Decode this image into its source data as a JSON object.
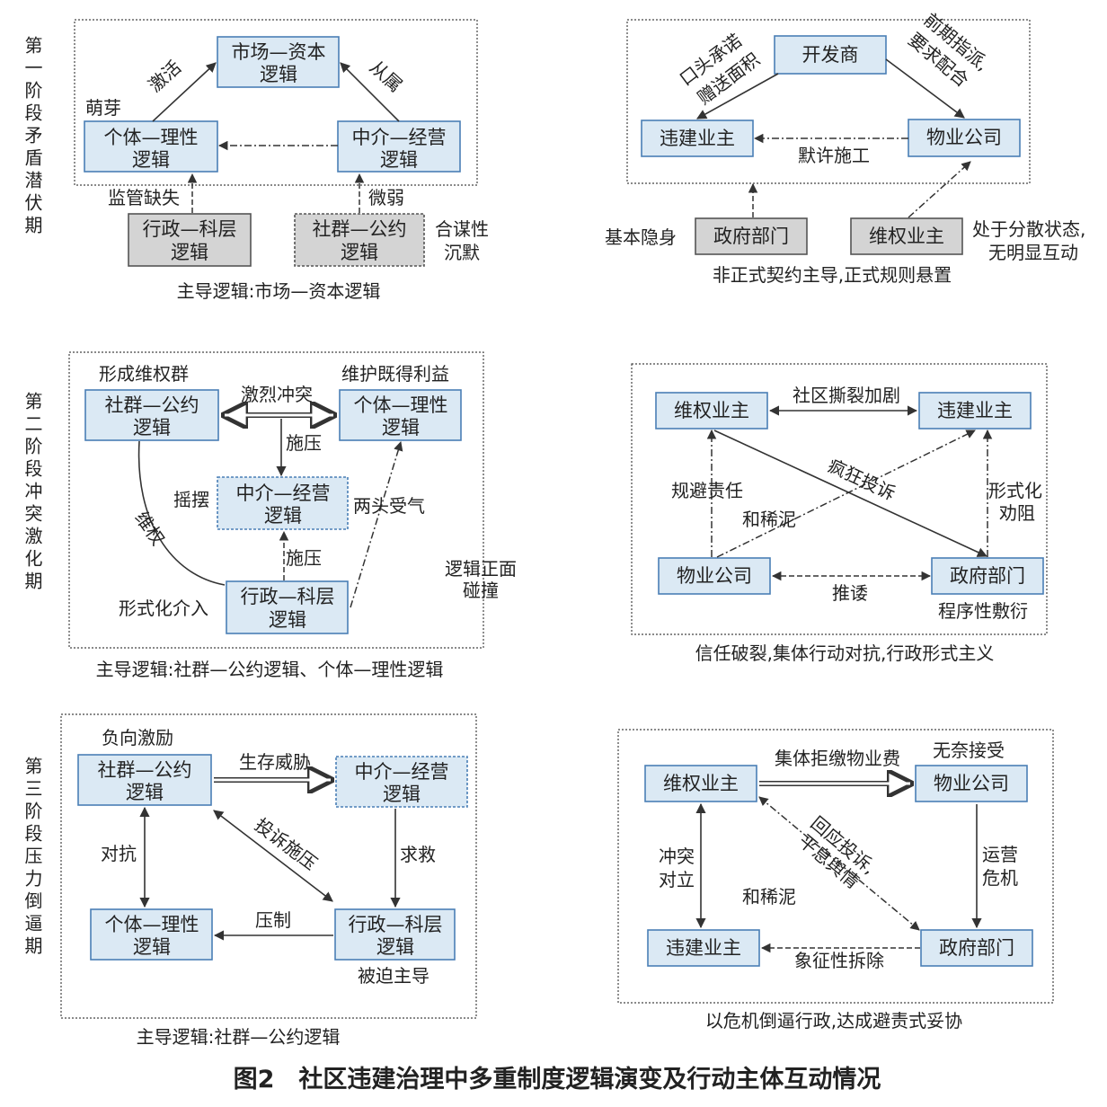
{
  "figure_title": "图2　社区违建治理中多重制度逻辑演变及行动主体互动情况",
  "stages": [
    {
      "label": "第一阶段矛盾潜伏期",
      "left": {
        "boxes": {
          "market": [
            "市场—资本",
            "逻辑"
          ],
          "individual": [
            "个体—理性",
            "逻辑"
          ],
          "intermediary": [
            "中介—经营",
            "逻辑"
          ],
          "admin": [
            "行政—科层",
            "逻辑"
          ],
          "community": [
            "社群—公约",
            "逻辑"
          ]
        },
        "labels": {
          "activate": "激活",
          "subordinate": "从属",
          "sprout": "萌芽",
          "supervision": "监管缺失",
          "weak": "微弱",
          "collusion": [
            "合谋性",
            "沉默"
          ]
        },
        "caption": "主导逻辑:市场—资本逻辑"
      },
      "right": {
        "boxes": {
          "developer": "开发商",
          "illegal_owner": "违建业主",
          "property": "物业公司",
          "government": "政府部门",
          "rights_owner": "维权业主"
        },
        "labels": {
          "verbal": [
            "口头承诺",
            "赠送面积"
          ],
          "early": [
            "前期指派,",
            "要求配合"
          ],
          "tacit": "默许施工",
          "hidden": "基本隐身",
          "scattered": [
            "处于分散状态,",
            "无明显互动"
          ]
        },
        "caption": "非正式契约主导,正式规则悬置"
      }
    },
    {
      "label": "第二阶段冲突激化期",
      "left": {
        "boxes": {
          "community": [
            "社群—公约",
            "逻辑"
          ],
          "individual": [
            "个体—理性",
            "逻辑"
          ],
          "intermediary": [
            "中介—经营",
            "逻辑"
          ],
          "admin": [
            "行政—科层",
            "逻辑"
          ]
        },
        "labels": {
          "form_group": "形成维权群",
          "maintain": "维护既得利益",
          "fierce": "激烈冲突",
          "pressure1": "施压",
          "swing": "摇摆",
          "both_sides": "两头受气",
          "pressure2": "施压",
          "rights": "维权",
          "formal": "形式化介入",
          "clash": [
            "逻辑正面",
            "碰撞"
          ]
        },
        "caption": "主导逻辑:社群—公约逻辑、个体—理性逻辑"
      },
      "right": {
        "boxes": {
          "rights_owner": "维权业主",
          "illegal_owner": "违建业主",
          "property": "物业公司",
          "government": "政府部门"
        },
        "labels": {
          "split": "社区撕裂加剧",
          "complain": "疯狂投诉",
          "evade": "规避责任",
          "mediate": "和稀泥",
          "formal": [
            "形式化",
            "劝阻"
          ],
          "shirk": "推诿",
          "perfunctory": "程序性敷衍"
        },
        "caption": "信任破裂,集体行动对抗,行政形式主义"
      }
    },
    {
      "label": "第三阶段压力倒逼期",
      "left": {
        "boxes": {
          "community": [
            "社群—公约",
            "逻辑"
          ],
          "intermediary": [
            "中介—经营",
            "逻辑"
          ],
          "individual": [
            "个体—理性",
            "逻辑"
          ],
          "admin": [
            "行政—科层",
            "逻辑"
          ]
        },
        "labels": {
          "negative": "负向激励",
          "threat": "生存威胁",
          "complain": "投诉施压",
          "confront": "对抗",
          "rescue": "求救",
          "suppress": "压制",
          "forced": "被迫主导"
        },
        "caption": "主导逻辑:社群—公约逻辑"
      },
      "right": {
        "boxes": {
          "rights_owner": "维权业主",
          "property": "物业公司",
          "illegal_owner": "违建业主",
          "government": "政府部门"
        },
        "labels": {
          "refuse": "集体拒缴物业费",
          "helpless": "无奈接受",
          "respond": [
            "回应投诉,",
            "平息舆情"
          ],
          "conflict": [
            "冲突",
            "对立"
          ],
          "operation": [
            "运营",
            "危机"
          ],
          "mediate": "和稀泥",
          "symbolic": "象征性拆除"
        },
        "caption": "以危机倒逼行政,达成避责式妥协"
      }
    }
  ]
}
